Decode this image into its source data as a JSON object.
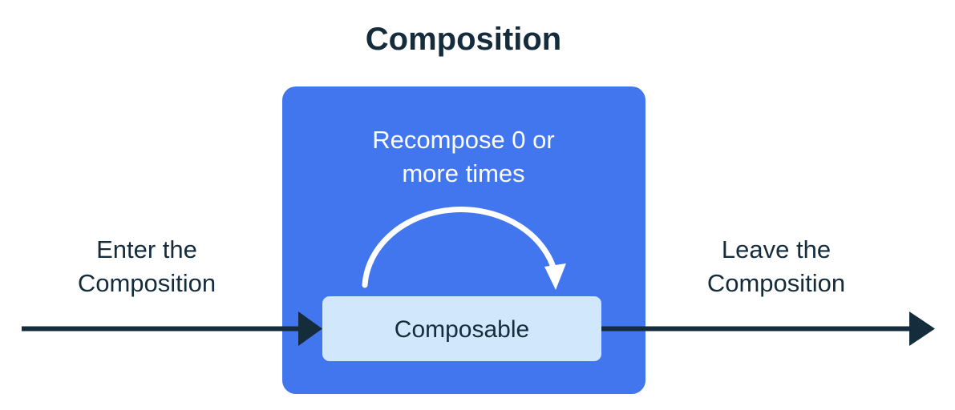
{
  "diagram": {
    "title": "Composition",
    "type": "flow-diagram",
    "background_color": "#ffffff",
    "colors": {
      "title_text": "#152c3c",
      "composition_box": "#4176ef",
      "composable_box": "#d0e7fc",
      "composable_text": "#152c3c",
      "recompose_arrow": "#ffffff",
      "recompose_text": "#ffffff",
      "flow_arrow": "#152c3c",
      "side_label_text": "#152c3c"
    },
    "composition_box": {
      "name": "Composition",
      "recompose_label_line1": "Recompose 0 or",
      "recompose_label_line2": "more times",
      "recompose_label_full": "Recompose 0 or more times",
      "inner_node_label": "Composable"
    },
    "entry_label": {
      "line1": "Enter the",
      "line2": "Composition",
      "full": "Enter the Composition"
    },
    "exit_label": {
      "line1": "Leave the",
      "line2": "Composition",
      "full": "Leave the Composition"
    },
    "icons": {
      "entry_arrow": "arrow-right-icon",
      "exit_arrow": "arrow-right-icon",
      "recompose_arrow": "curved-loop-arrow-icon"
    }
  }
}
